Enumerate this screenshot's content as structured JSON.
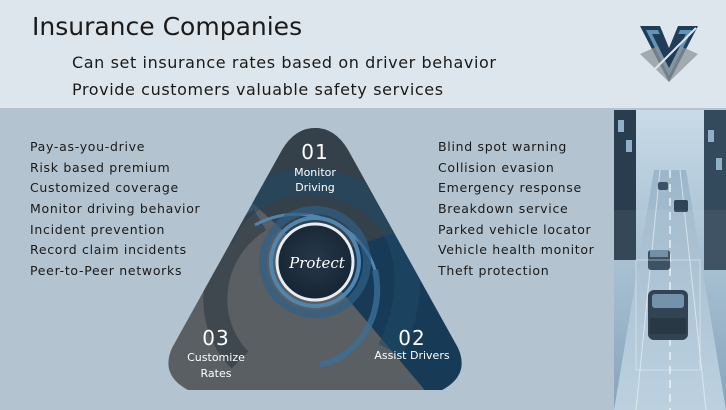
{
  "header": {
    "title": "Insurance Companies",
    "subtitles": [
      "Can set insurance rates based on driver behavior",
      "Provide customers valuable safety services"
    ]
  },
  "left_list": [
    "Pay-as-you-drive",
    "Risk based premium",
    "Customized coverage",
    "Monitor driving behavior",
    "Incident prevention",
    "Record claim incidents",
    "Peer-to-Peer networks"
  ],
  "right_list": [
    "Blind spot warning",
    "Collision evasion",
    "Emergency response",
    "Breakdown service",
    "Parked vehicle locator",
    "Vehicle health monitor",
    "Theft protection"
  ],
  "diagram": {
    "center_label": "Protect",
    "segments": [
      {
        "number": "01",
        "label_line1": "Monitor",
        "label_line2": "Driving"
      },
      {
        "number": "02",
        "label_line1": "Assist Drivers",
        "label_line2": ""
      },
      {
        "number": "03",
        "label_line1": "Customize",
        "label_line2": "Rates"
      }
    ]
  },
  "colors": {
    "background": "#b3c3cf",
    "header_band": "#dde6ec",
    "segment_01": "#34404a",
    "segment_02": "#173a56",
    "segment_03": "#5a5f63",
    "ring_accent": "#4f86b0",
    "center": "#1e2c37"
  },
  "icons": {
    "logo": "v-chevron-logo",
    "photo": "highway-traffic-photo"
  }
}
